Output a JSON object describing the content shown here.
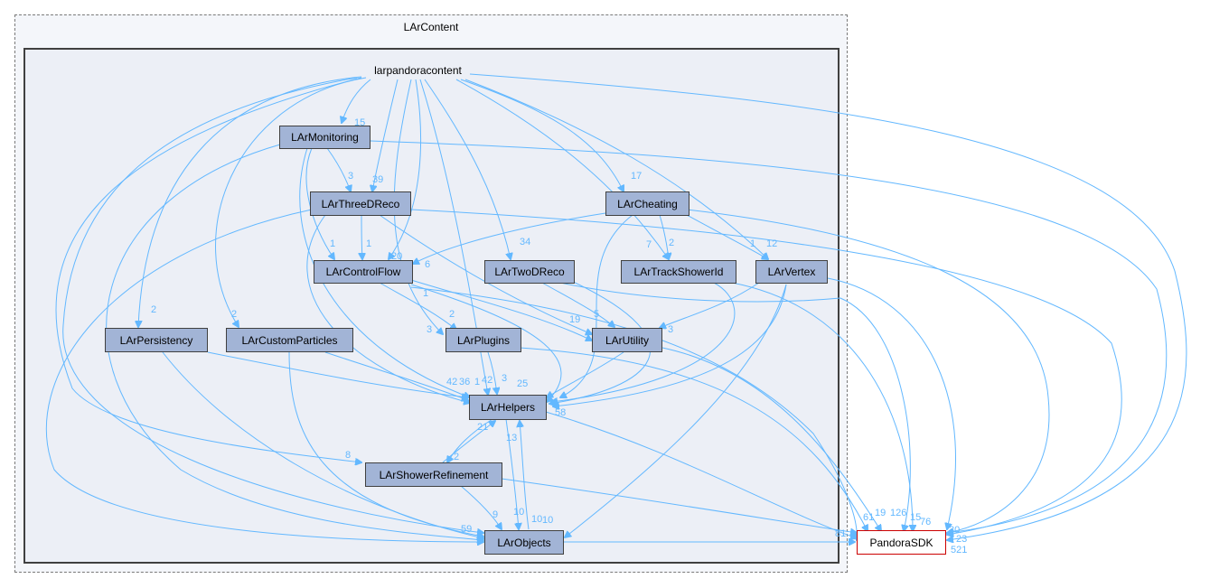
{
  "cluster": {
    "label": "LArContent"
  },
  "nodes": {
    "larpandoracontent": "larpandoracontent",
    "larmonitoring": "LArMonitoring",
    "larthreedreco": "LArThreeDReco",
    "larcheating": "LArCheating",
    "larcontrolflow": "LArControlFlow",
    "lartwodreco": "LArTwoDReco",
    "lartrackshowerid": "LArTrackShowerId",
    "larvertex": "LArVertex",
    "larpersistency": "LArPersistency",
    "larcustomparticles": "LArCustomParticles",
    "larplugins": "LArPlugins",
    "larutility": "LArUtility",
    "larhelpers": "LArHelpers",
    "larshowerrefinement": "LArShowerRefinement",
    "larobjects": "LArObjects",
    "pandorasdk": "PandoraSDK"
  },
  "edge_labels": {
    "root_monitoring": "15",
    "root_threedreco": "39",
    "root_cheating": "17",
    "root_twodreco": "34",
    "root_persistency": "2",
    "root_customparticles": "2",
    "root_controlflow": "20",
    "root_vertex": "12",
    "root_trackshowerid": "7",
    "root_plugins": "3",
    "monitoring_threedreco": "3",
    "monitoring_controlflow": "1",
    "threedreco_controlflow": "1",
    "threedreco_utility": "6",
    "cheating_trackshowerid": "2",
    "cheating_vertex": "1",
    "controlflow_plugins": "2",
    "controlflow_helpers": "1",
    "twodreco_utility": "5",
    "utility_a": "19",
    "utility_b": "3",
    "helpers_a": "42",
    "helpers_b": "36",
    "helpers_c": "1",
    "helpers_d": "42",
    "helpers_e": "3",
    "helpers_f": "25",
    "helpers_g": "58",
    "helpers_to_showerrefinement": "21",
    "showerrefinement_to_helpers": "2",
    "helpers_to_objects": "13",
    "showerref_objects": "9",
    "objects_a": "10",
    "objects_b": "10",
    "objects_c": "10",
    "objects_d": "59",
    "root_showerref": "8",
    "sdk_a": "61",
    "sdk_b": "19",
    "sdk_c": "126",
    "sdk_d": "15",
    "sdk_e": "76",
    "sdk_f": "30",
    "sdk_g": "23",
    "sdk_h": "521",
    "sdk_i": "81"
  }
}
